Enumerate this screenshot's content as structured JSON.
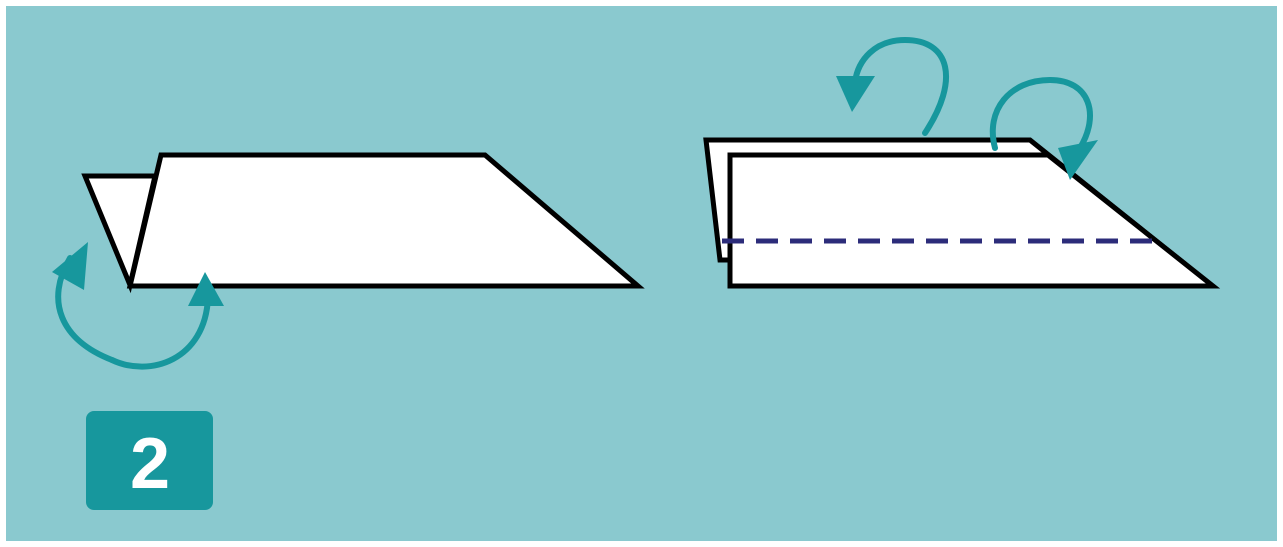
{
  "step": {
    "number": "2"
  },
  "colors": {
    "background": "#8ac9cf",
    "arrow": "#17979d",
    "badge": "#17979d",
    "badge_text": "#ffffff",
    "paper_fill": "#ffffff",
    "paper_outline": "#000000",
    "fold_line": "#2c2c7a",
    "frame": "#ffffff"
  },
  "figures": [
    {
      "name": "left-figure",
      "description_icons": [
        "fold-under-arrow-icon",
        "fold-under-arrow-icon"
      ]
    },
    {
      "name": "right-figure",
      "description_icons": [
        "fold-back-arrow-icon",
        "fold-back-arrow-icon",
        "dashed-fold-line"
      ]
    }
  ]
}
